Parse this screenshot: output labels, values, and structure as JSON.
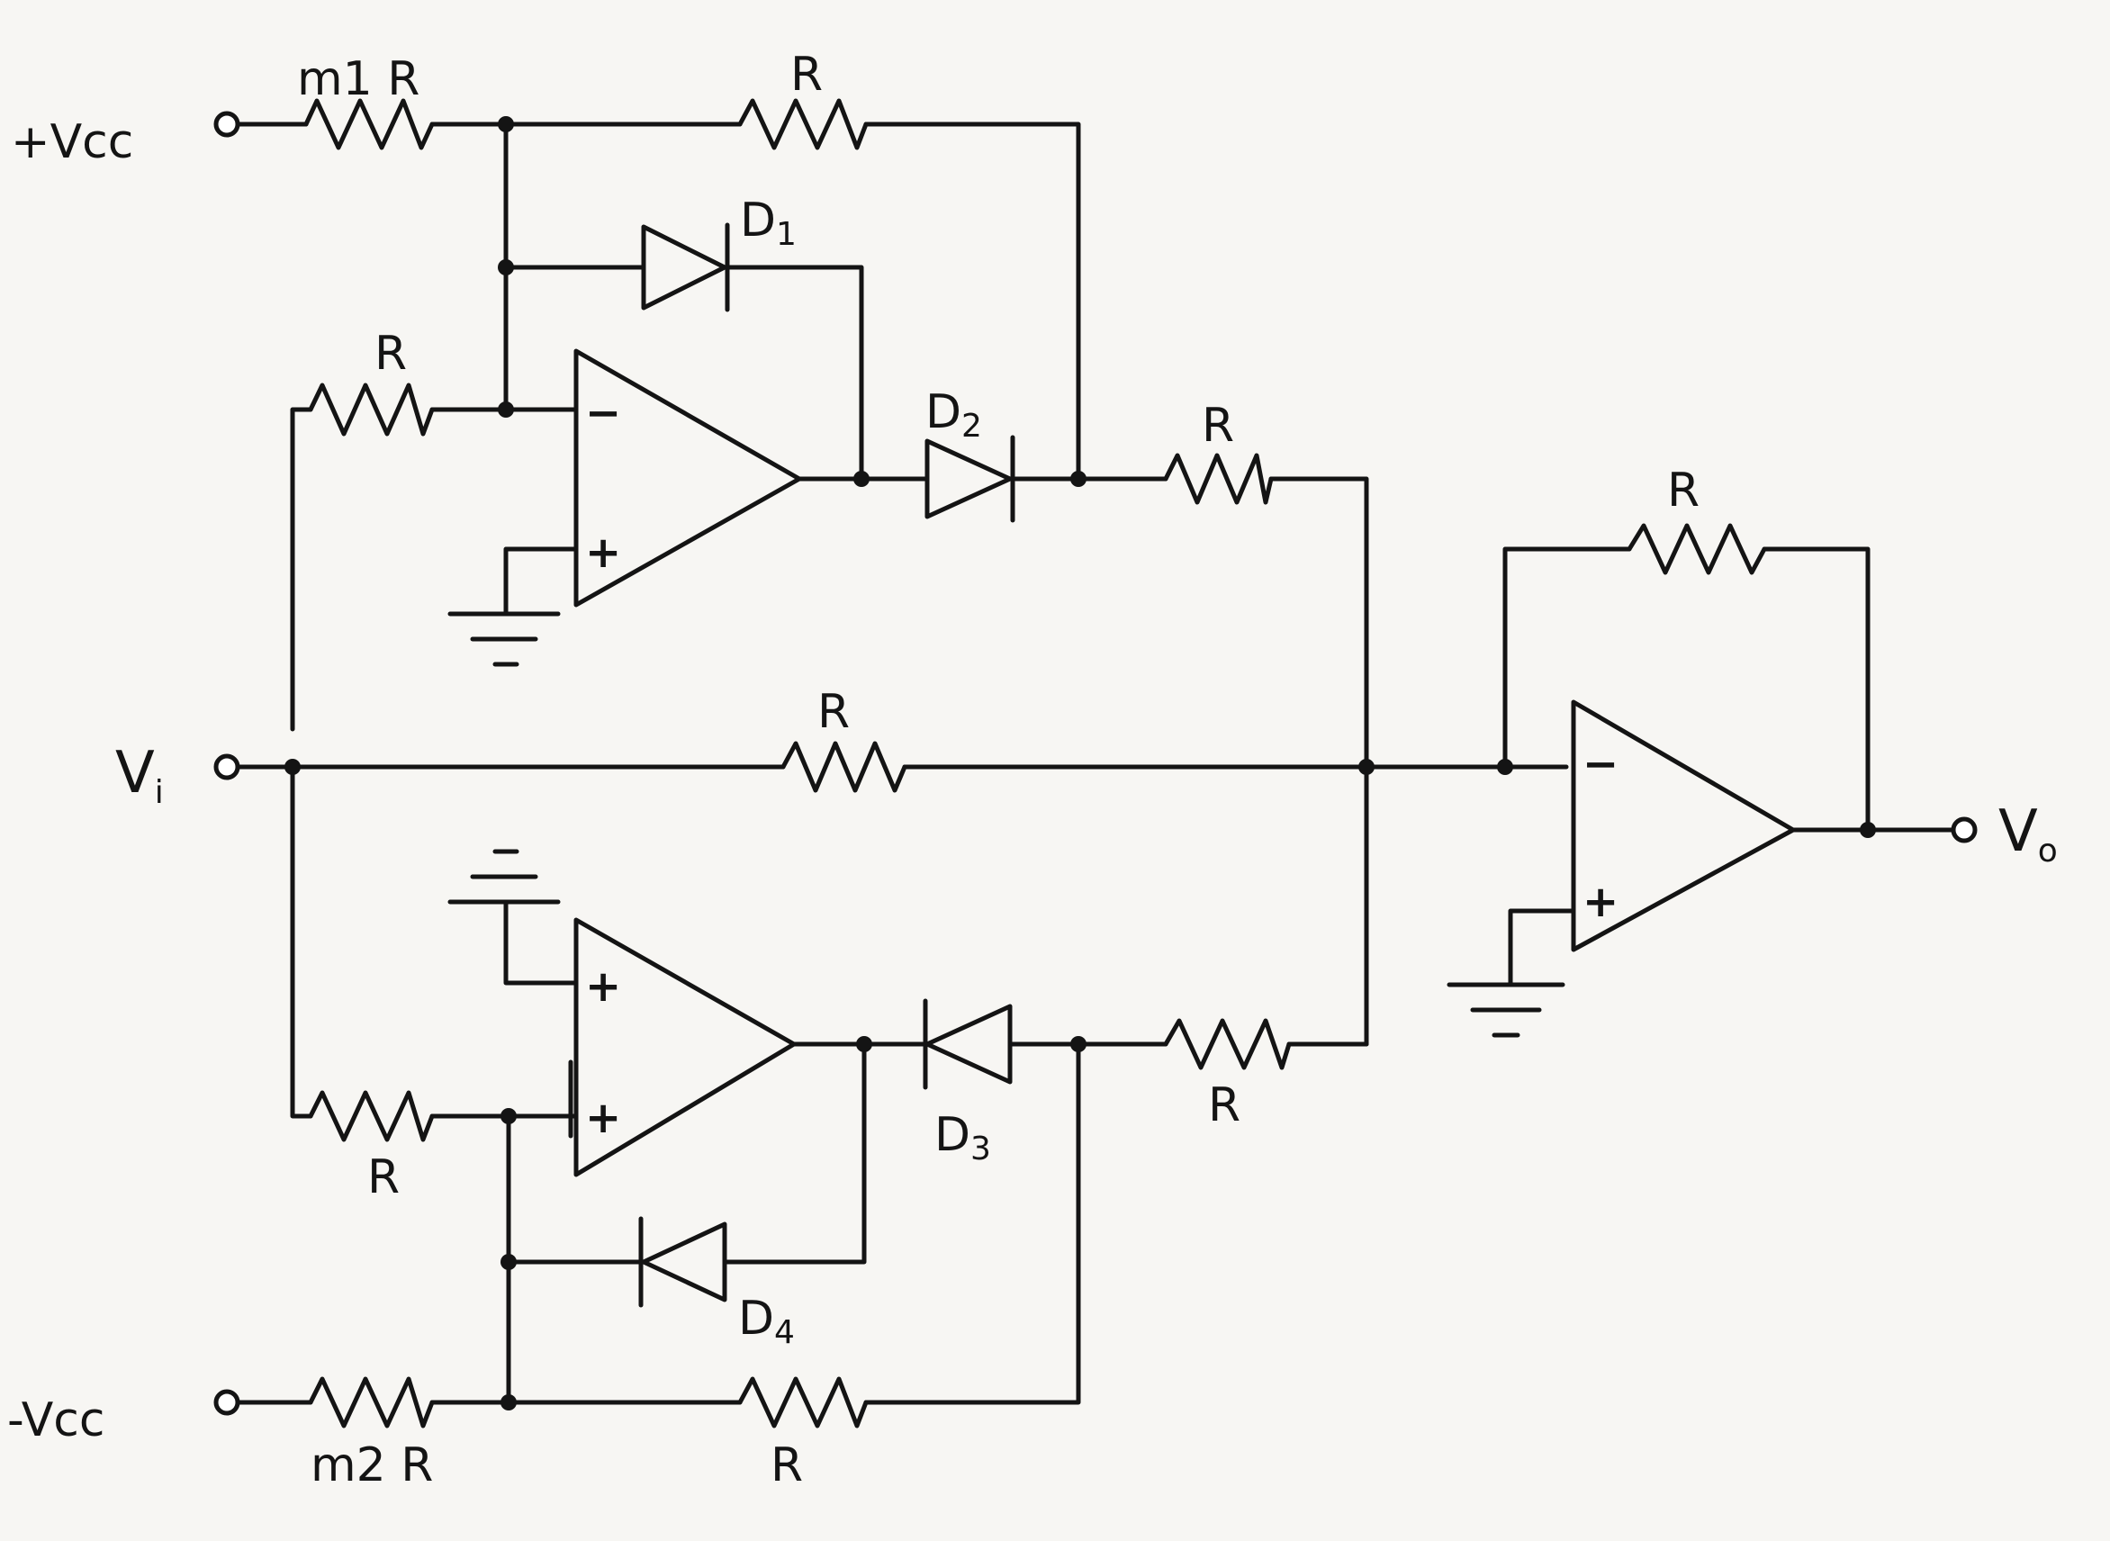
{
  "terminals": {
    "pos_supply": "+Vcc",
    "neg_supply": "-Vcc",
    "input_main": "V",
    "input_sub": "i",
    "output_main": "V",
    "output_sub": "o"
  },
  "resistors": {
    "r_m1": "m1 R",
    "r_top": "R",
    "r_in_upper": "R",
    "r_upper_out": "R",
    "r_center": "R",
    "r_feedback": "R",
    "r_lower_out": "R",
    "r_in_lower": "R",
    "r_m2": "m2 R",
    "r_bottom": "R"
  },
  "diodes": {
    "d1_main": "D",
    "d1_sub": "1",
    "d2_main": "D",
    "d2_sub": "2",
    "d3_main": "D",
    "d3_sub": "3",
    "d4_main": "D",
    "d4_sub": "4"
  },
  "opamp_pins": {
    "upper_inv": "−",
    "upper_noninv": "+",
    "lower_noninv": "+",
    "lower_inv": "+",
    "out_inv": "−",
    "out_noninv": "+"
  },
  "colors": {
    "ink": "#141414",
    "paper": "#f7f6f3"
  }
}
